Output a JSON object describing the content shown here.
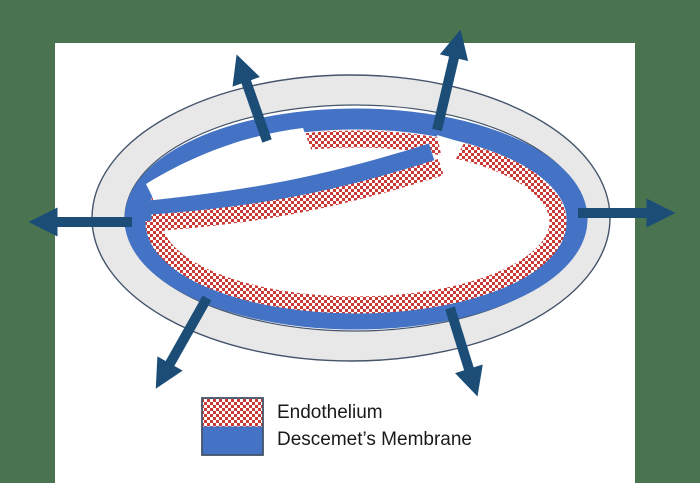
{
  "diagram": {
    "name": "cornea-membrane-detachment-diagram",
    "arrows": [
      {
        "direction": "upper-left"
      },
      {
        "direction": "upper-right"
      },
      {
        "direction": "left"
      },
      {
        "direction": "right"
      },
      {
        "direction": "lower-left"
      },
      {
        "direction": "lower-right"
      }
    ]
  },
  "legend": {
    "items": [
      {
        "label": "Endothelium",
        "swatch": "red-checker"
      },
      {
        "label": "Descemet’s Membrane",
        "swatch": "blue-solid"
      }
    ]
  },
  "colors": {
    "background_green": "#4A7350",
    "panel_white": "#FFFFFF",
    "arrow_navy": "#1B4D77",
    "membrane_blue": "#4472C4",
    "endothelium_red": "#CB3A34",
    "stroma_gray": "#E9E8E8",
    "outline_slate": "#44546A",
    "label_text": "#1A1A1A"
  }
}
